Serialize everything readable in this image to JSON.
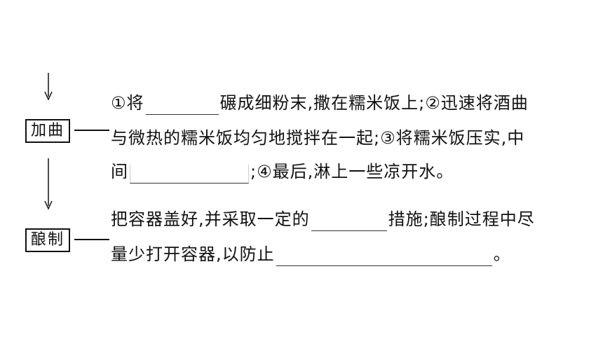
{
  "steps": {
    "jiaqu": {
      "label": "加曲"
    },
    "niangzhi": {
      "label": "酿制"
    }
  },
  "jiaqu_text": {
    "l1_a": "①将",
    "l1_b": "碾成细粉末,撒在糯米饭上;②迅速将酒曲",
    "l2": "与微热的糯米饭均匀地搅拌在一起;③将糯米饭压实,中",
    "l3_a": "间",
    "l3_b": ";④最后,淋上一些凉开水。"
  },
  "niangzhi_text": {
    "l4_a": "把容器盖好,并采取一定的",
    "l4_b": "措施;酿制过程中尽",
    "l5_a": "量少打开容器,以防止",
    "l5_b": "。"
  }
}
